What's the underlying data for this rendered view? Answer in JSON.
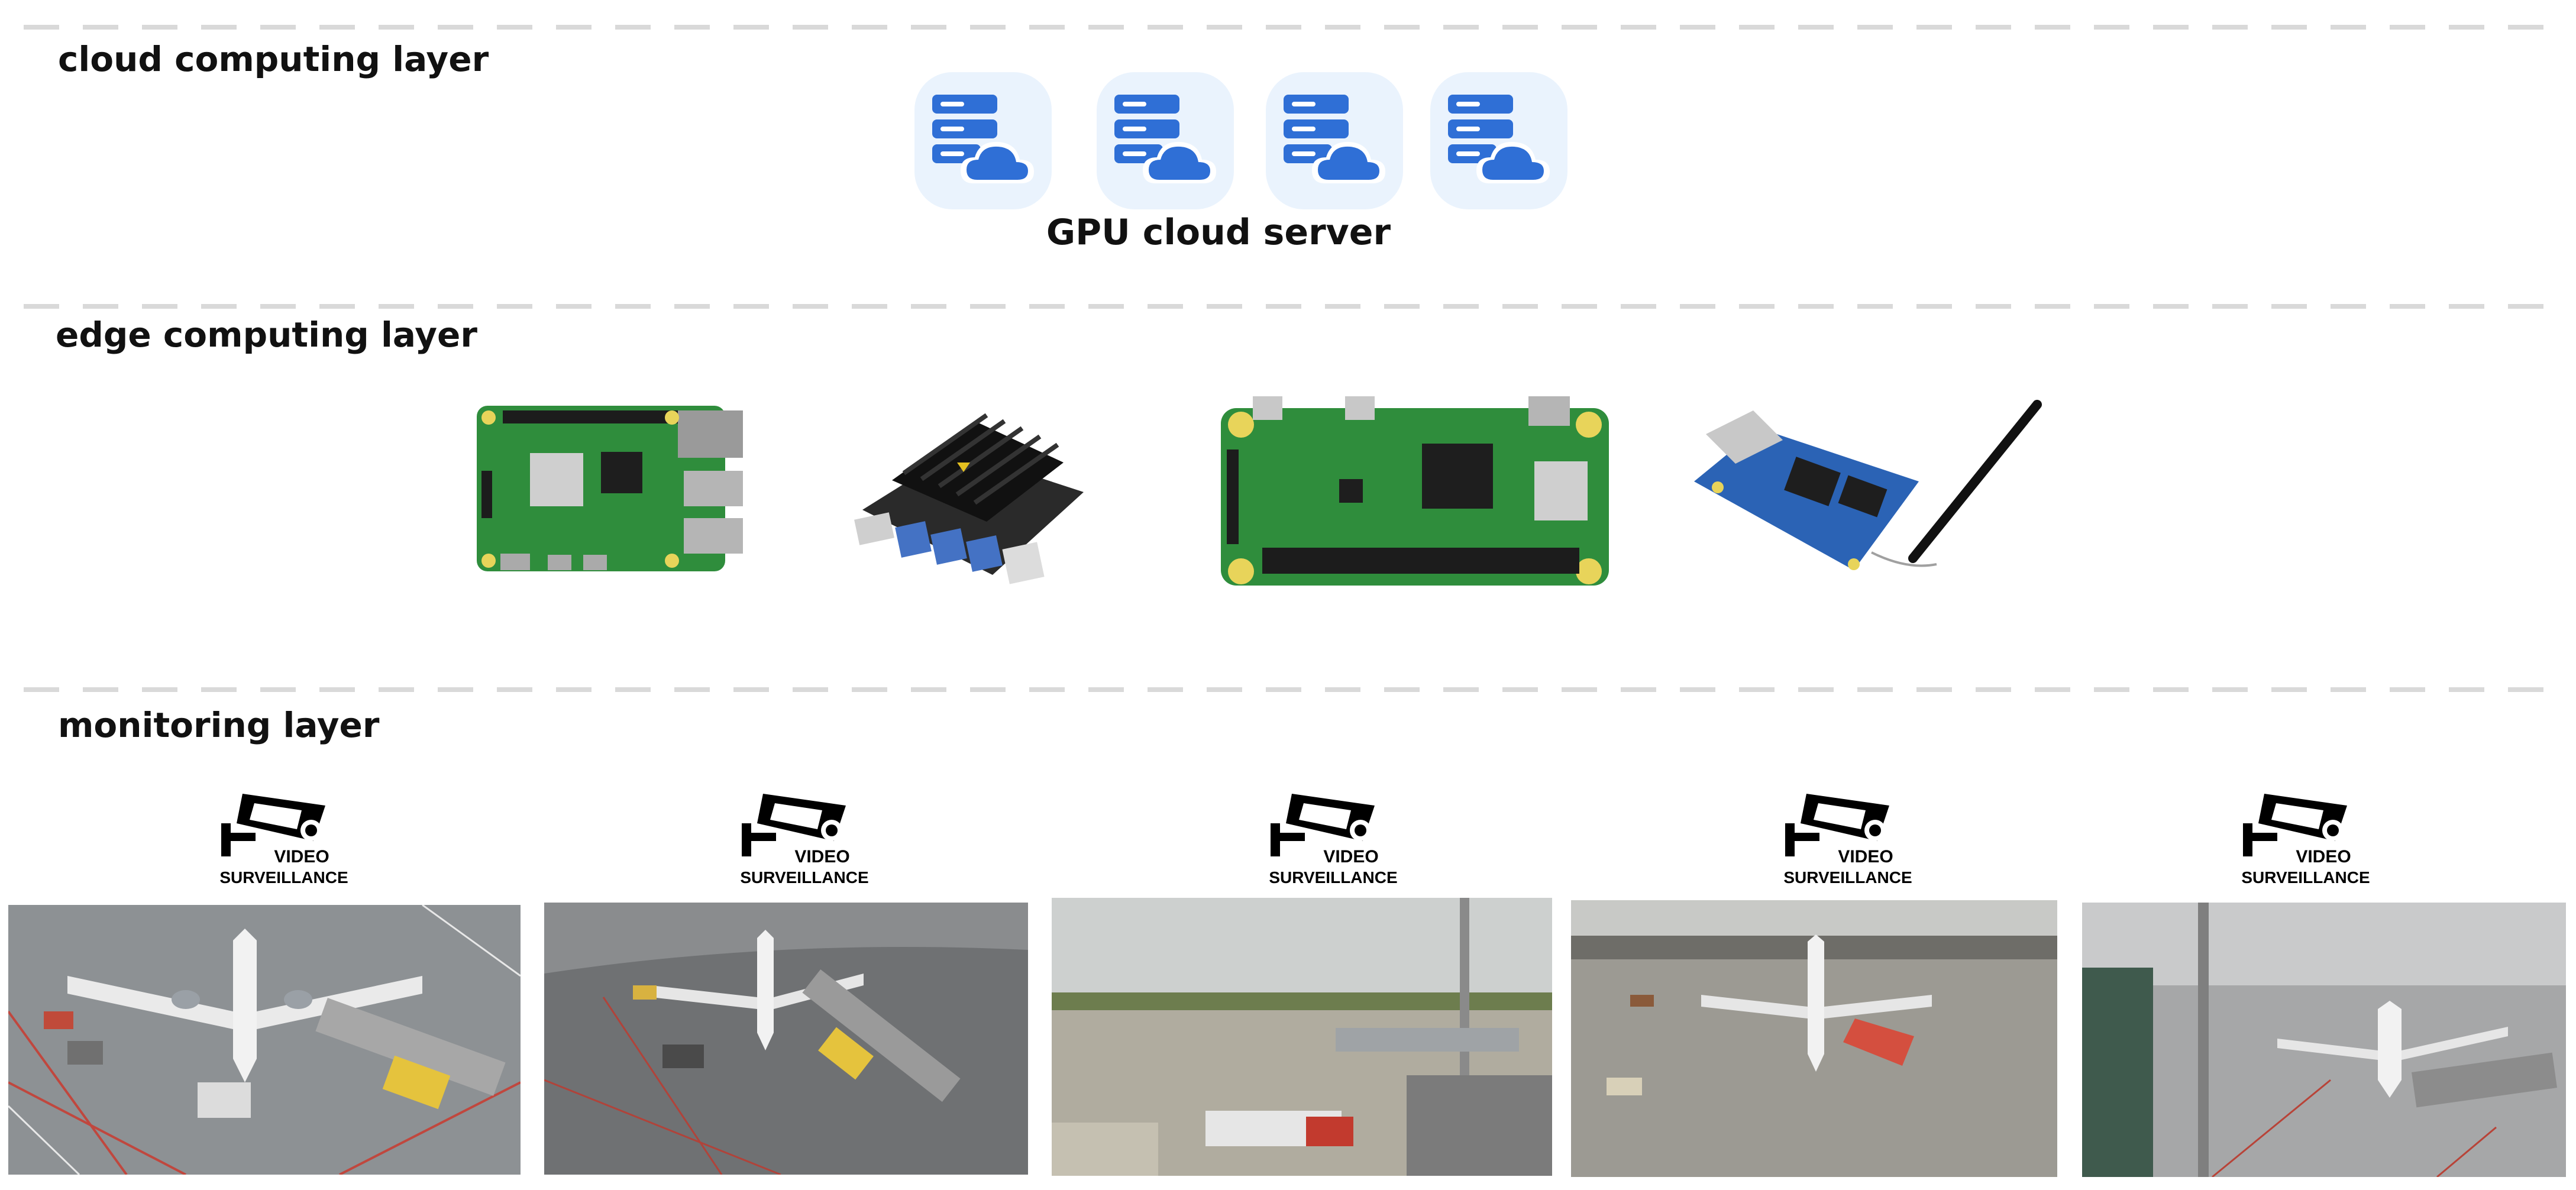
{
  "layers": {
    "cloud": {
      "title": "cloud computing layer"
    },
    "edge": {
      "title": "edge computing layer"
    },
    "monitoring": {
      "title": "monitoring layer"
    }
  },
  "cloud": {
    "server_label": "GPU cloud server",
    "server_icon": "server-cloud-icon",
    "server_count": 4,
    "tile_color": "#eaf3fd",
    "icon_color": "#2f6fd6"
  },
  "edge": {
    "devices": [
      "raspberry-pi-4-board",
      "jetson-nano-board",
      "raspberry-pi-zero-board",
      "orange-pi-zero-board"
    ]
  },
  "monitoring": {
    "sign_line1": "VIDEO",
    "sign_line2": "SURVEILLANCE",
    "camera_count": 5,
    "photo_subject": "airport apron camera view"
  },
  "colors": {
    "divider": "#d9d9d9",
    "pcb_green": "#2f8d3c",
    "pcb_blue": "#2b63b5"
  }
}
